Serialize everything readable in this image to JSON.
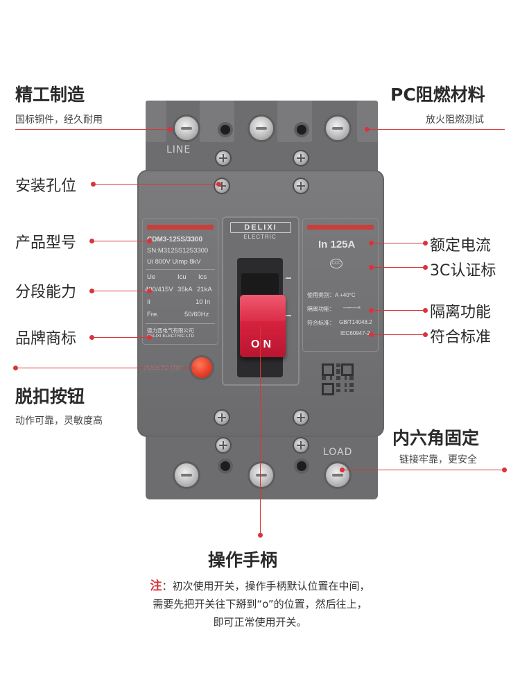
{
  "breaker": {
    "line_marking": "LINE",
    "load_marking": "LOAD",
    "brand_logo": "DELIXI",
    "brand_sub": "ELECTRIC",
    "handle_text": "ON",
    "trip_text": "PUSH TO TRIP",
    "left_plate": {
      "model": "CDM3-125S/3300",
      "serial": "SN:M3125S1253300",
      "rating_line": "Ui 800V  Uimp 8kV",
      "header": [
        "Ue",
        "Icu",
        "Ics"
      ],
      "values": [
        "400/415V",
        "35kA",
        "21kA"
      ],
      "ii_label": "Ii",
      "ii_value": "10 In",
      "freq_label": "Fre.",
      "freq_value": "50/60Hz",
      "maker": "德力西电气有限公司",
      "maker_en": "DELIXI ELECTRIC LTD"
    },
    "right_plate": {
      "rated_current": "In 125A",
      "ccc": "CCC",
      "use_cat": "使用类别：A   +40°C",
      "isolation": "隔离功能：",
      "standard_label": "符合标准：",
      "standard_1": "GB/T14048.2",
      "standard_2": "IEC60947-2"
    }
  },
  "annotations": {
    "craft": {
      "title": "精工制造",
      "subtitle": "国标铜件，经久耐用"
    },
    "material": {
      "title": "PC阻燃材料",
      "subtitle": "放火阻燃测试"
    },
    "mount_hole": "安装孔位",
    "model": "产品型号",
    "breaking": "分段能力",
    "brand": "品牌商标",
    "trip": {
      "title": "脱扣按钮",
      "subtitle": "动作可靠，灵敏度高"
    },
    "rated_current": "额定电流",
    "ccc_mark": "3C认证标",
    "isolation": "隔离功能",
    "standard": "符合标准",
    "hex_fix": {
      "title": "内六角固定",
      "subtitle": "链接牢靠，更安全"
    },
    "handle": "操作手柄"
  },
  "note": {
    "key": "注",
    "line1": "：初次使用开关，操作手柄默认位置在中间，",
    "line2": "需要先把开关往下掰到“o”的位置，然后往上，",
    "line3": "即可正常使用开关。"
  },
  "colors": {
    "accent": "#d8343a",
    "handle": "#d11f3b",
    "body": "#727274"
  }
}
